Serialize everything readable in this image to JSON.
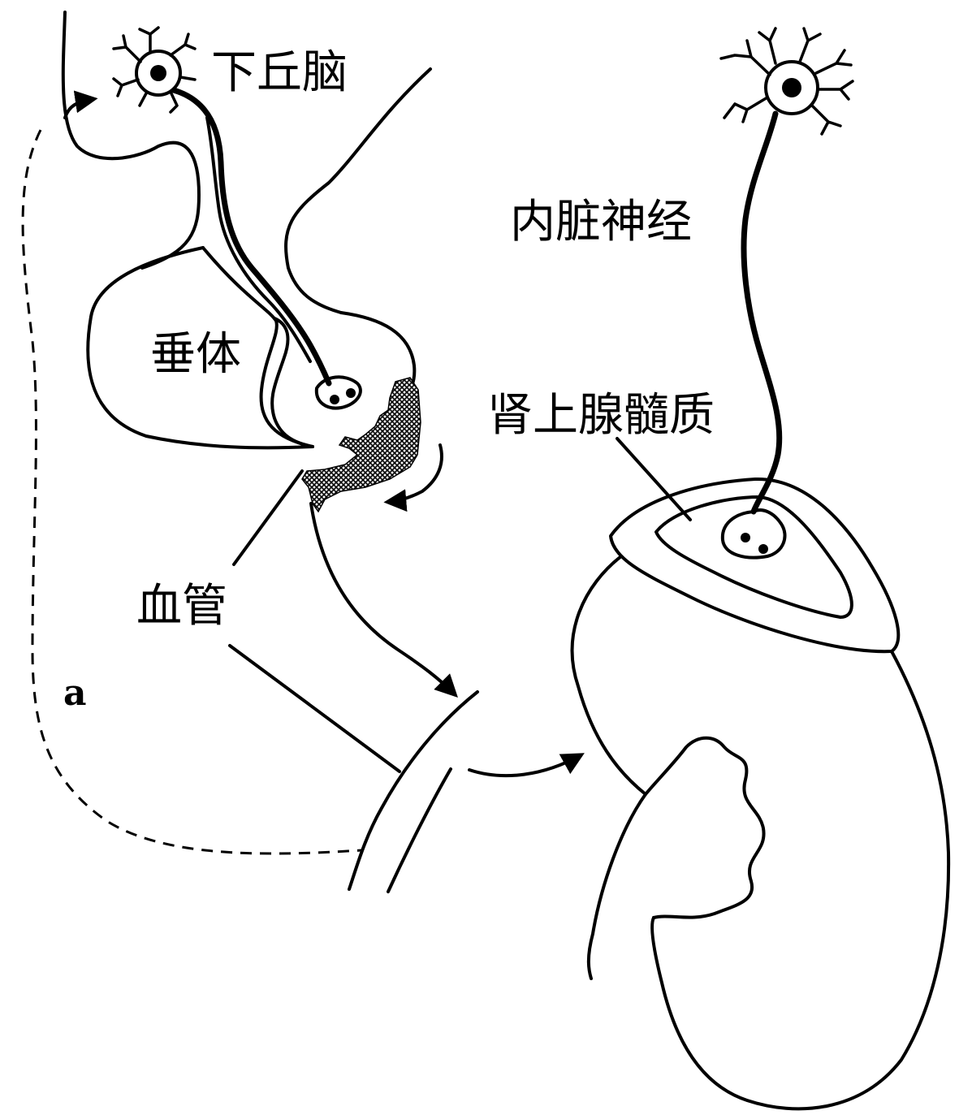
{
  "labels": {
    "hypothalamus": "下丘脑",
    "pituitary": "垂体",
    "blood_vessel": "血管",
    "visceral_nerve": "内脏神经",
    "adrenal_medulla": "肾上腺髓质",
    "pathway": "a"
  },
  "colors": {
    "ink": "#000000",
    "paper": "#ffffff"
  }
}
